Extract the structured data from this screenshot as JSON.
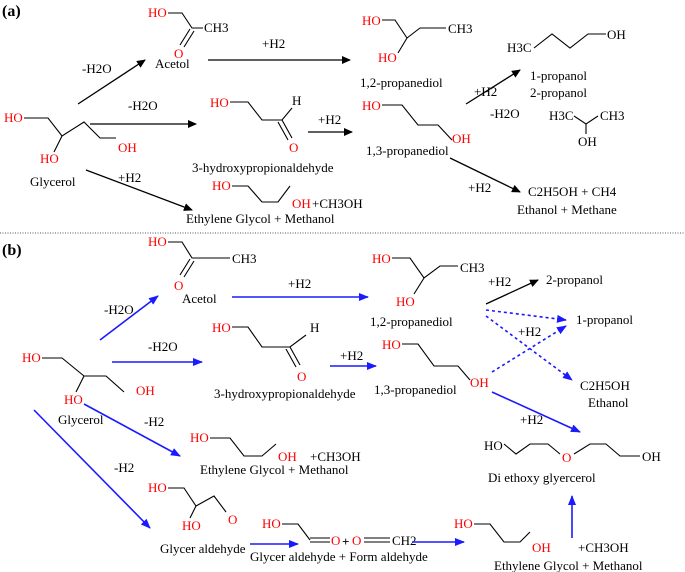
{
  "panel_a": {
    "tag": "(a)",
    "glycerol": {
      "oh1": "HO",
      "oh2": "OH",
      "oh3": "HO",
      "name": "Glycerol"
    },
    "acetol": {
      "ho": "HO",
      "ch3": "CH3",
      "o": "O",
      "name": "Acetol"
    },
    "propanediol12": {
      "ho1": "HO",
      "ch3": "CH3",
      "ho2": "HO",
      "name": "1,2-propanediol"
    },
    "hpa": {
      "ho": "HO",
      "h": "H",
      "o": "O",
      "name": "3-hydroxypropionaldehyde"
    },
    "propanediol13": {
      "ho1": "HO",
      "oh": "OH",
      "name": "1,3-propanediol"
    },
    "propanol1": {
      "h3c": "H3C",
      "oh": "OH",
      "name": "1-propanol"
    },
    "propanol2": {
      "name": "2-propanol",
      "h3c": "H3C",
      "ch3": "CH3",
      "oh": "OH"
    },
    "glycol": {
      "ho": "HO",
      "oh": "OH",
      "extra": "+CH3OH",
      "name": "Ethylene Glycol + Methanol"
    },
    "ethanol": {
      "formula": "C2H5OH + CH4",
      "name": "Ethanol + Methane"
    },
    "arrows": {
      "m1": "-H2O",
      "m2": "+H2",
      "m3": "-H2O",
      "m4": "+H2",
      "m5": "+H2",
      "m6": "-H2O",
      "m7": "+H2",
      "m8": "+H2"
    }
  },
  "panel_b": {
    "tag": "(b)",
    "glycerol": {
      "oh1": "HO",
      "oh2": "HO",
      "oh3": "OH",
      "name": "Glycerol"
    },
    "acetol": {
      "ho": "HO",
      "ch3": "CH3",
      "o": "O",
      "name": "Acetol"
    },
    "propanediol12": {
      "ho1": "HO",
      "ch3": "CH3",
      "ho2": "HO",
      "name": "1,2-propanediol"
    },
    "hpa": {
      "ho": "HO",
      "h": "H",
      "o": "O",
      "name": "3-hydroxypropionaldehyde"
    },
    "propanediol13": {
      "ho1": "HO",
      "oh": "OH",
      "name": "1,3-propanediol"
    },
    "products": {
      "p2": "2-propanol",
      "p1": "1-propanol",
      "eth_formula": "C2H5OH",
      "eth_name": "Ethanol"
    },
    "glycol": {
      "ho": "HO",
      "oh": "OH",
      "extra": "+CH3OH",
      "name": "Ethylene Glycol + Methanol"
    },
    "glyceraldehyde": {
      "ho1": "HO",
      "ho2": "HO",
      "o": "O",
      "name": "Glycer aldehyde"
    },
    "pair": {
      "ho": "HO",
      "o1": "O",
      "plus": "+",
      "o2": "O",
      "ch2": "CH2",
      "name": "Glycer aldehyde + Form aldehyde"
    },
    "glycol2": {
      "ho": "HO",
      "oh": "OH",
      "extra": "+CH3OH",
      "name": "Ethylene Glycol + Methanol"
    },
    "diethoxy": {
      "ho": "HO",
      "o": "O",
      "oh": "OH",
      "name": "Di ethoxy glyercerol"
    },
    "arrows": {
      "m1": "-H2O",
      "m2": "+H2",
      "m3": "-H2O",
      "m4": "+H2",
      "m5": "+H2",
      "m6": "+H2",
      "m7": "+H2",
      "m8": "-H2"
    }
  },
  "colors": {
    "bond": "#000000",
    "hetero": "#ff0000",
    "pathway": "#1a1aff"
  }
}
